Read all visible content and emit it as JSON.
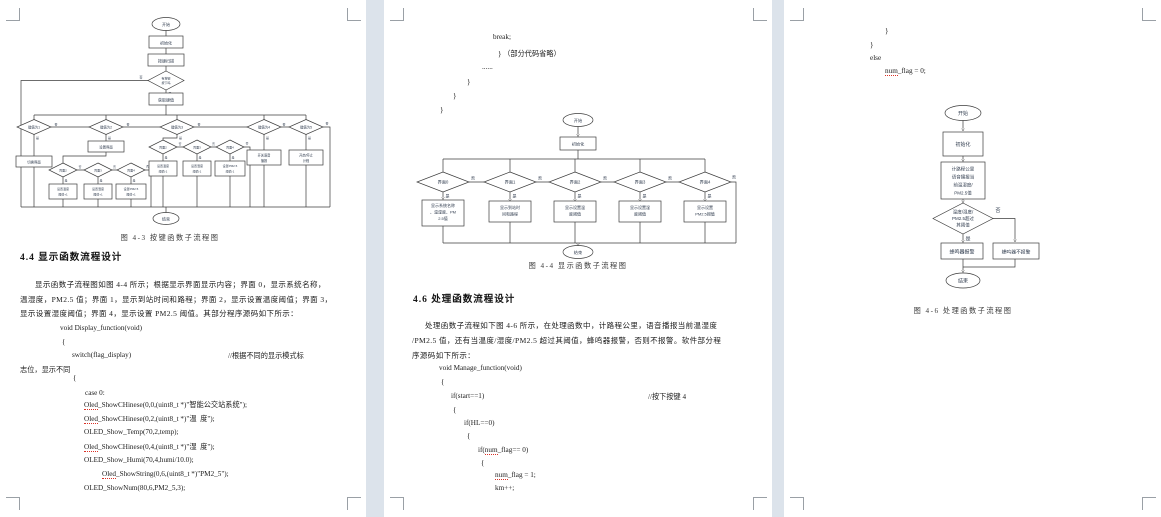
{
  "fig43": {
    "caption": "图 4-3  按键函数子流程图",
    "start": "开始",
    "end": "结束",
    "yes": "是",
    "no": "否",
    "init": "初始化",
    "scan": "按键扫描",
    "pressed": [
      "有按键",
      "按下吗"
    ],
    "getkey": "获取键值",
    "keys": [
      "键值为1",
      "键值为2",
      "键值为3",
      "键值为4",
      "键值为5"
    ],
    "switch_ui": "切换界面",
    "set_ui": "设置界面",
    "screens": [
      "界面2",
      "界面3",
      "界面4"
    ],
    "inc": [
      [
        "设置温度",
        "阈值+1"
      ],
      [
        "设置湿度",
        "阈值+1"
      ],
      [
        "设置PM2.5",
        "阈值+1"
      ]
    ],
    "dec": [
      [
        "设置温度",
        "阈值-1"
      ],
      [
        "设置湿度",
        "阈值-1"
      ],
      [
        "设置PM2.5",
        "阈值-1"
      ]
    ],
    "voice": [
      "开关语音",
      "播报"
    ],
    "trip": [
      "开启/停止",
      "计程"
    ]
  },
  "sec44": {
    "heading": "4.4 显示函数流程设计",
    "para": [
      "显示函数子流程图如图 4-4 所示；根据显示界面显示内容；界面 0，显示系统名称，",
      "温湿度，PM2.5 值；界面 1，显示到站时间和路程；界面 2，显示设置温度阈值；界面 3，",
      "显示设置湿度阈值；界面 4，显示设置 PM2.5 阈值。其部分程序源码如下所示："
    ],
    "comment1": "//根据不同的显示模式标",
    "code": [
      {
        "pre": "void Display_function(void)"
      },
      {
        "pre": "{"
      },
      {
        "pre": "switch(flag_display)"
      },
      {
        "pre": "志位，显示不同"
      },
      {
        "pre": "{"
      },
      {
        "pre": "case 0:"
      },
      {
        "tok": "Oled",
        "rest": "_ShowCHinese(0,0,(uint8_t *)\"智能公交站系统\");"
      },
      {
        "tok": "Oled",
        "rest": "_ShowCHinese(0,2,(uint8_t *)\"温  度\");"
      },
      {
        "pre": "OLED_Show_Temp(70,2,temp);"
      },
      {
        "tok": "Oled",
        "rest": "_ShowCHinese(0,4,(uint8_t *)\"湿  度\");"
      },
      {
        "pre": "OLED_Show_Humi(70,4,humi/10.0);"
      },
      {
        "tok": "Oled",
        "rest": "_ShowString(0,6,(uint8_t *)\"PM2_5\");"
      },
      {
        "pre": "OLED_ShowNum(80,6,PM2_5,3);"
      }
    ]
  },
  "page2top": {
    "code": [
      {
        "pre": "break;"
      },
      {
        "pre": "} （部分代码省略）"
      },
      {
        "pre": "......"
      },
      {
        "pre": "}"
      },
      {
        "pre": "}"
      },
      {
        "pre": "}"
      }
    ]
  },
  "fig44": {
    "caption": "图 4-4  显示函数子流程图",
    "start": "开始",
    "end": "结束",
    "init": "初始化",
    "yes": "是",
    "no": "否",
    "conds": [
      "界面0",
      "界面1",
      "界面2",
      "界面3",
      "界面4"
    ],
    "acts": [
      [
        "显示系统名称",
        "、温湿度、PM",
        "2.5值"
      ],
      [
        "显示到站时",
        "间和路程"
      ],
      [
        "显示设置温",
        "度阈值"
      ],
      [
        "显示设置湿",
        "度阈值"
      ],
      [
        "显示设置",
        "PM2.5阈值"
      ]
    ]
  },
  "sec46": {
    "heading": "4.6 处理函数流程设计",
    "para": [
      "处理函数子流程如下图 4-6 所示，在处理函数中，计路程公里，语音播报当前温湿度",
      "/PM2.5 值，还有当温度/湿度/PM2.5 超过其阈值，蜂鸣器报警，否则不报警。软件部分程",
      "序源码如下所示："
    ],
    "comment2": "//按下按键 4",
    "code": [
      {
        "pre": "void Manage_function(void)"
      },
      {
        "pre": "{"
      },
      {
        "pre": "if(start==1)"
      },
      {
        "pre": "{"
      },
      {
        "pre": "if(HL==0)"
      },
      {
        "pre": "{"
      },
      {
        "pre": "if(",
        "tok": "num",
        "rest": "_flag== 0)"
      },
      {
        "pre": "{"
      },
      {
        "tok": "num",
        "rest": "_flag = 1;"
      },
      {
        "pre": "km++;"
      }
    ]
  },
  "page3top": {
    "code": [
      {
        "pre": "}"
      },
      {
        "pre": "}"
      },
      {
        "pre": "else"
      },
      {
        "tok": "num",
        "rest": "_flag = 0;"
      }
    ]
  },
  "fig46": {
    "caption": "图 4-6  处理函数子流程图",
    "start": "开始",
    "end": "结束",
    "init": "初始化",
    "yes": "是",
    "no": "否",
    "process": [
      "计路程公里",
      "语音播报当",
      "前温湿度/",
      "PM2.5值"
    ],
    "cond": [
      "温度/湿度/",
      "PM2.5超过",
      "其阈值"
    ],
    "alarm": "蜂鸣器报警",
    "noalarm": "蜂鸣器不报警"
  }
}
